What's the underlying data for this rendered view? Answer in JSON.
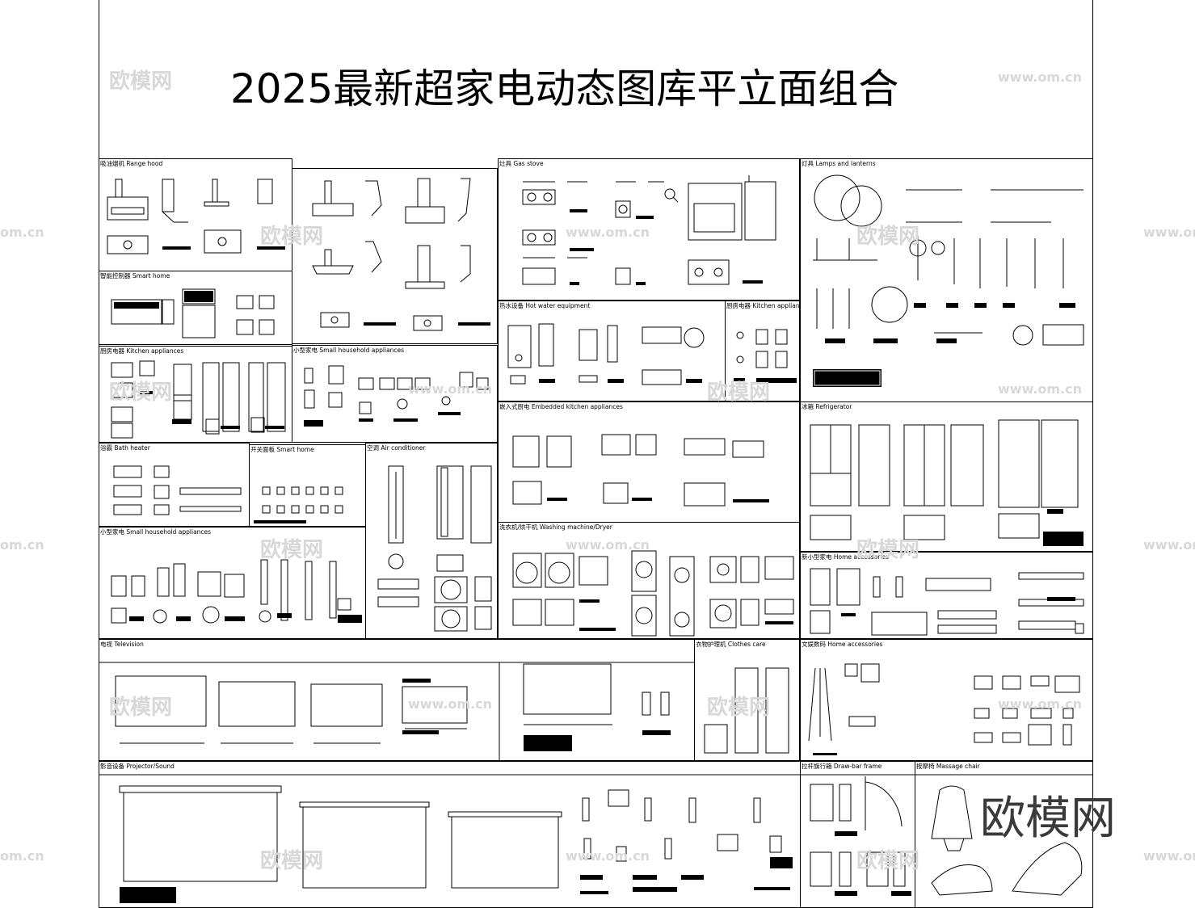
{
  "title": "2025最新超家电动态图库平立面组合",
  "sections": {
    "range_hood": "吸油烟机 Range hood",
    "smart_home_1": "智能控制器 Smart home",
    "kitchen_1": "厨房电器 Kitchen appliances",
    "small_household_1": "小型家电 Small household appliances",
    "bath_heater": "浴霸 Bath heater",
    "smart_home_2": "开关面板 Smart home",
    "air_conditioner": "空调 Air conditioner",
    "small_household_2": "小型家电 Small household appliances",
    "gas_stove": "灶具 Gas stove",
    "hot_water": "热水设备 Hot water equipment",
    "kitchen_2": "厨房电器 Kitchen appliances",
    "embedded_kitchen": "嵌入式厨电 Embedded kitchen appliances",
    "washing": "洗衣机/烘干机 Washing machine/Dryer",
    "lamps": "灯具 Lamps and lanterns",
    "refrigerator": "冰箱 Refrigerator",
    "home_accessories_1": "新小型家电 Home accessories",
    "television": "电视 Television",
    "clothes_care": "衣物护理机 Clothes care",
    "home_accessories_2": "文娱数码 Home accessories",
    "projector": "影音设备 Projector/Sound",
    "drawbar": "拉杆旗行箱 Draw-bar frame",
    "massage": "按摩椅 Massage chair"
  },
  "watermark": {
    "cn": "欧模网",
    "url": "www.om.cn",
    "url_short": "om.cn",
    "brand": "欧模网"
  }
}
